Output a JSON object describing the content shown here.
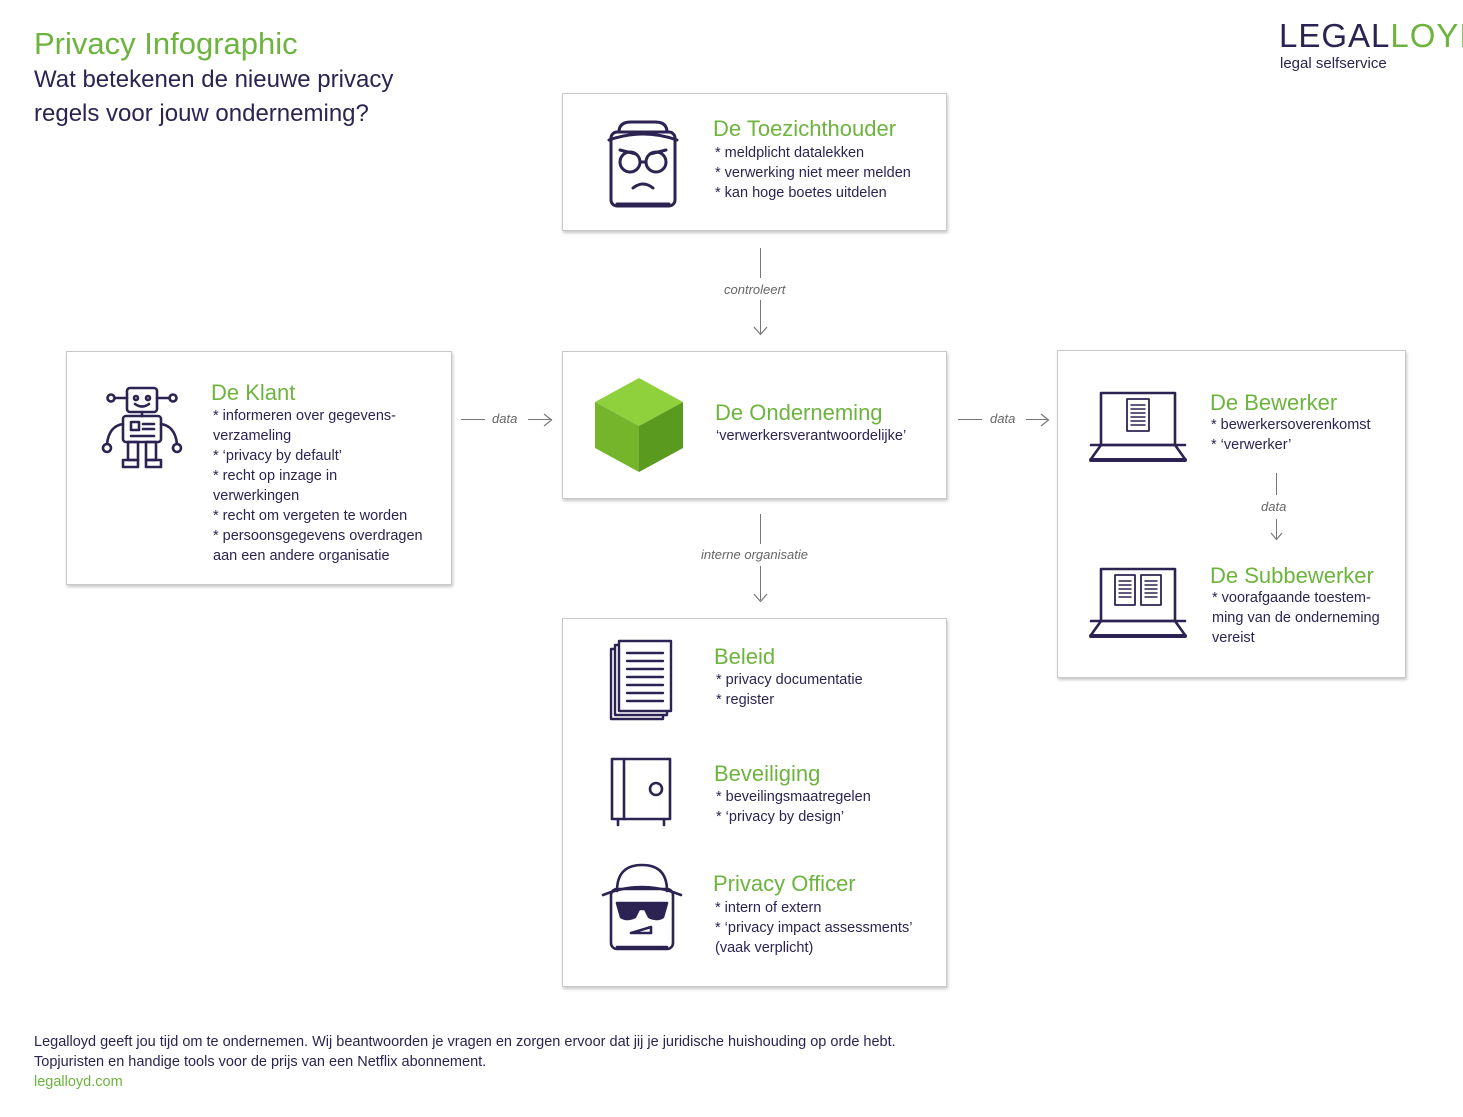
{
  "header": {
    "title": "Privacy Infographic",
    "subtitle_line1": "Wat betekenen de nieuwe privacy",
    "subtitle_line2": "regels voor jouw onderneming?"
  },
  "logo": {
    "part1": "LEGAL",
    "part2": "LOYD",
    "tagline": "legal selfservice"
  },
  "colors": {
    "accent": "#6db43e",
    "navy": "#2d2352",
    "cube_light": "#8fd13c",
    "cube_mid": "#74b52c",
    "cube_dark": "#5a9a1e"
  },
  "boxes": {
    "toezichthouder": {
      "icon": "supervisor-icon",
      "title": "De Toezichthouder",
      "lines": [
        "* meldplicht datalekken",
        "* verwerking niet meer melden",
        "* kan hoge boetes uitdelen"
      ]
    },
    "klant": {
      "icon": "robot-icon",
      "title": "De Klant",
      "lines": [
        "* informeren over gegevens-",
        "verzameling",
        "* ‘privacy by default’",
        "* recht op inzage in",
        "verwerkingen",
        "* recht om vergeten te worden",
        "* persoonsgegevens overdragen",
        "aan een andere organisatie"
      ]
    },
    "onderneming": {
      "icon": "cube-icon",
      "title": "De Onderneming",
      "lines": [
        "‘verwerkersverantwoordelijke’"
      ]
    },
    "bewerker": {
      "icon": "laptop-document-icon",
      "title": "De Bewerker",
      "lines": [
        "* bewerkersoverenkomst",
        "* ‘verwerker’"
      ]
    },
    "subbewerker": {
      "icon": "laptop-two-documents-icon",
      "title": "De Subbewerker",
      "lines": [
        "* voorafgaande toestem-",
        "ming van de onderneming",
        "vereist"
      ]
    },
    "beleid": {
      "icon": "documents-stack-icon",
      "title": "Beleid",
      "lines": [
        "* privacy documentatie",
        "* register"
      ]
    },
    "beveiliging": {
      "icon": "safe-icon",
      "title": "Beveiliging",
      "lines": [
        "* beveilingsmaatregelen",
        "* ‘privacy by design’"
      ]
    },
    "officer": {
      "icon": "privacy-officer-icon",
      "title": "Privacy Officer",
      "lines": [
        "* intern of extern",
        "* ‘privacy impact assessments’",
        "(vaak verplicht)"
      ]
    }
  },
  "connectors": {
    "controleert": "controleert",
    "data_left": "data",
    "data_right": "data",
    "data_sub": "data",
    "interne_organisatie": "interne organisatie"
  },
  "footer": {
    "line1": "Legalloyd geeft jou tijd om te ondernemen. Wij beantwoorden je vragen en zorgen ervoor dat jij je juridische huishouding op orde hebt.",
    "line2": "Topjuristen en handige tools voor de prijs van een Netflix abonnement.",
    "link": "legalloyd.com"
  }
}
